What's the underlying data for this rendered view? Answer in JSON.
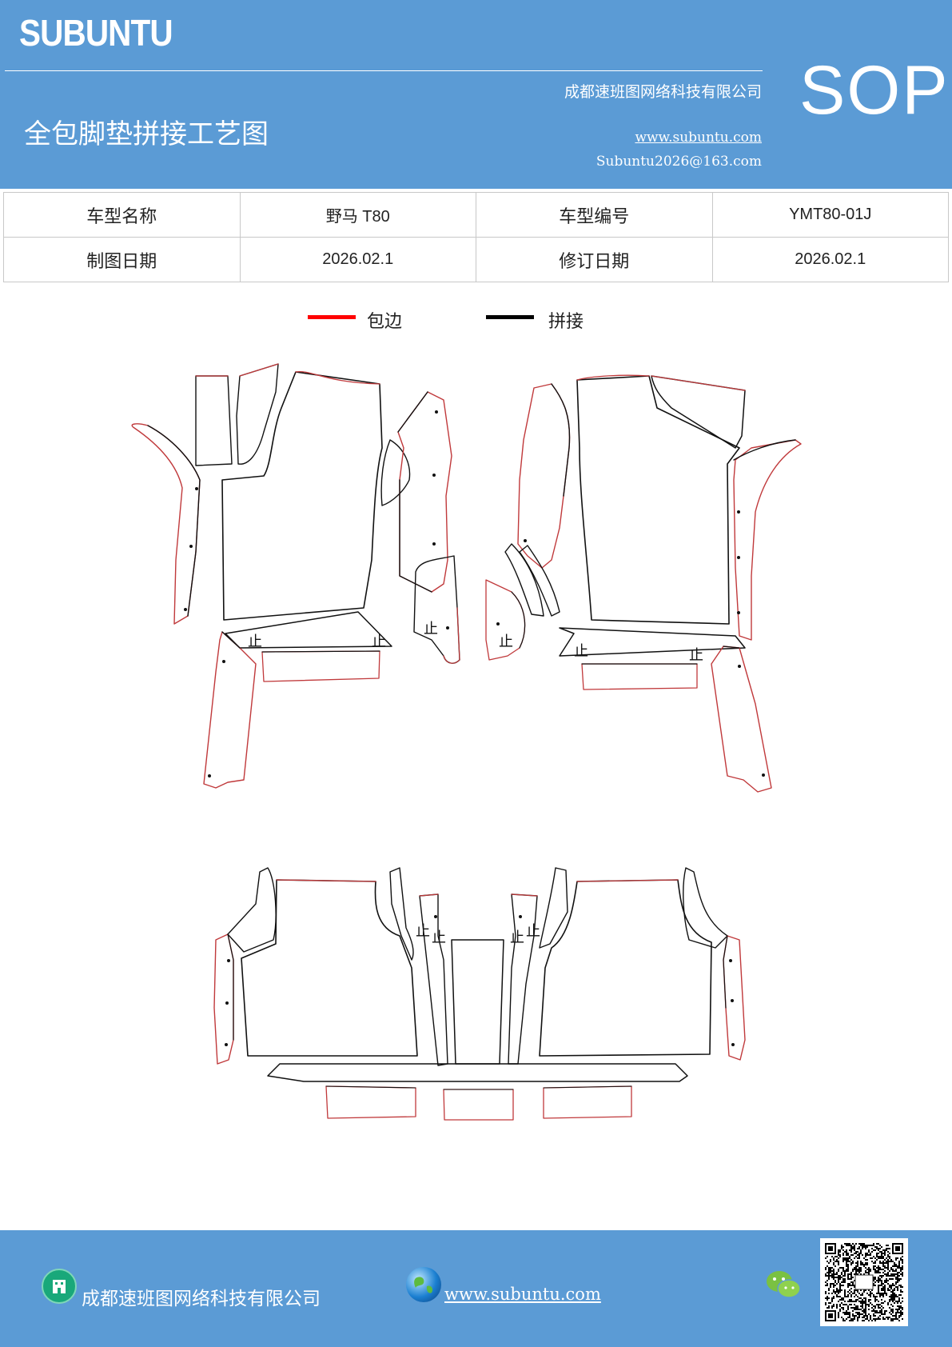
{
  "header": {
    "brand": "SUBUNTU",
    "company": "成都速班图网络科技有限公司",
    "title": "全包脚垫拼接工艺图",
    "website": "www.subuntu.com",
    "email": "Subuntu2026@163.com",
    "badge": "SOP"
  },
  "info_table": {
    "model_name_label": "车型名称",
    "model_name_value": "野马 T80",
    "model_code_label": "车型编号",
    "model_code_value": "YMT80-01J",
    "draw_date_label": "制图日期",
    "draw_date_value": "2026.02.1",
    "revise_date_label": "修订日期",
    "revise_date_value": "2026.02.1"
  },
  "legend": {
    "items": [
      {
        "label": "包边",
        "color": "#ff0000"
      },
      {
        "label": "拼接",
        "color": "#000000"
      }
    ]
  },
  "drawing": {
    "stop_mark": "止",
    "edge_color": "#c0393b",
    "seam_color": "#111111"
  },
  "footer": {
    "company": "成都速班图网络科技有限公司",
    "website": "www.subuntu.com"
  },
  "colors": {
    "header_bg": "#5b9bd5"
  }
}
